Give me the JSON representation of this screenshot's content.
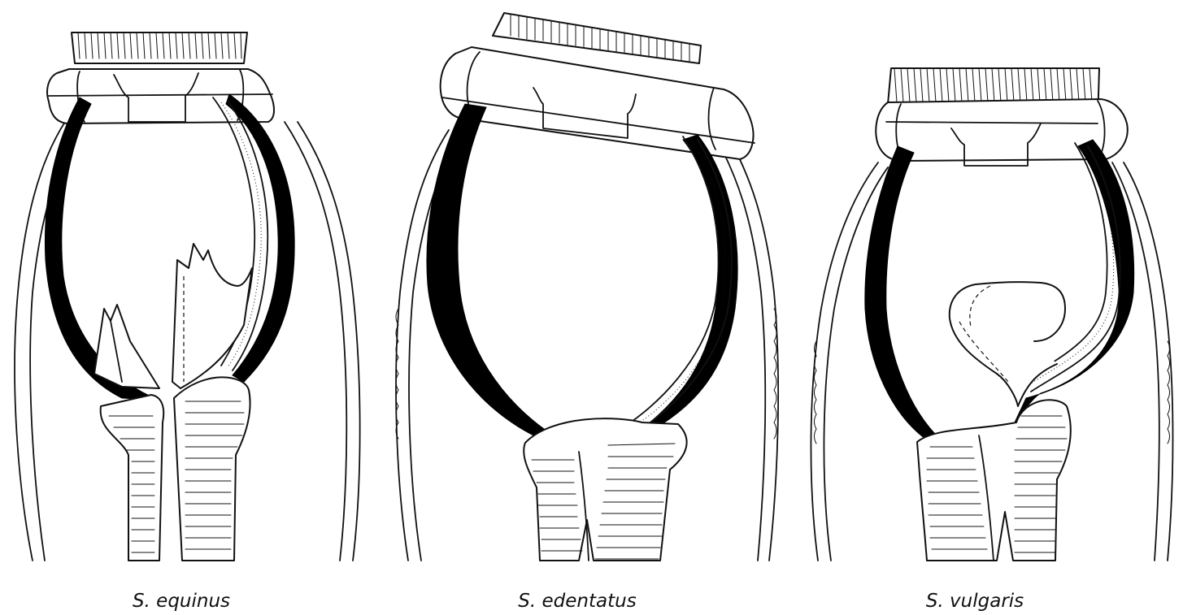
{
  "figure": {
    "species": [
      {
        "label": "S. equinus"
      },
      {
        "label": "S. edentatus"
      },
      {
        "label": "S. vulgaris"
      }
    ]
  }
}
